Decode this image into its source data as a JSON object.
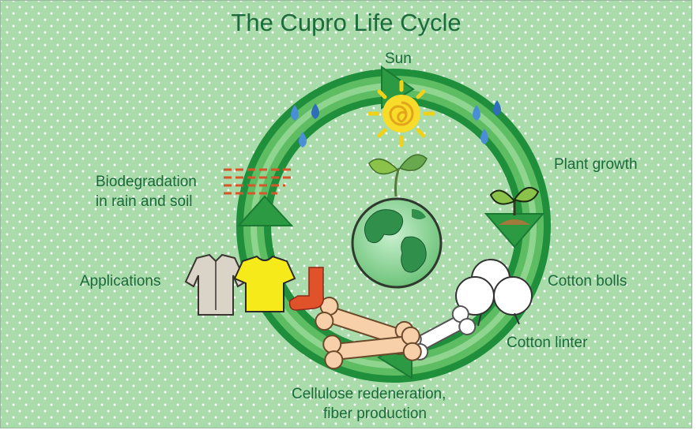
{
  "title": "The Cupro Life Cycle",
  "stages": {
    "sun": "Sun",
    "plant_growth": "Plant growth",
    "cotton_bolls": "Cotton bolls",
    "cotton_linter": "Cotton linter",
    "cellulose_line1": "Cellulose redeneration,",
    "cellulose_line2": "fiber production",
    "applications": "Applications",
    "biodegradation_line1": "Biodegradation",
    "biodegradation_line2": "in rain and soil"
  },
  "colors": {
    "background": "#a9dbab",
    "ring_outer": "#1f8f3b",
    "ring_inner": "#8fd48f",
    "text": "#1b6a3a"
  },
  "icons": [
    "sun-icon",
    "water-drop-icon",
    "sprout-icon",
    "earth-globe-icon",
    "seedling-soil-icon",
    "cotton-boll-icon",
    "cotton-linter-bone-icon",
    "fiber-bone-icon",
    "shirt-icon",
    "tshirt-icon",
    "sock-icon",
    "soil-layers-icon"
  ]
}
